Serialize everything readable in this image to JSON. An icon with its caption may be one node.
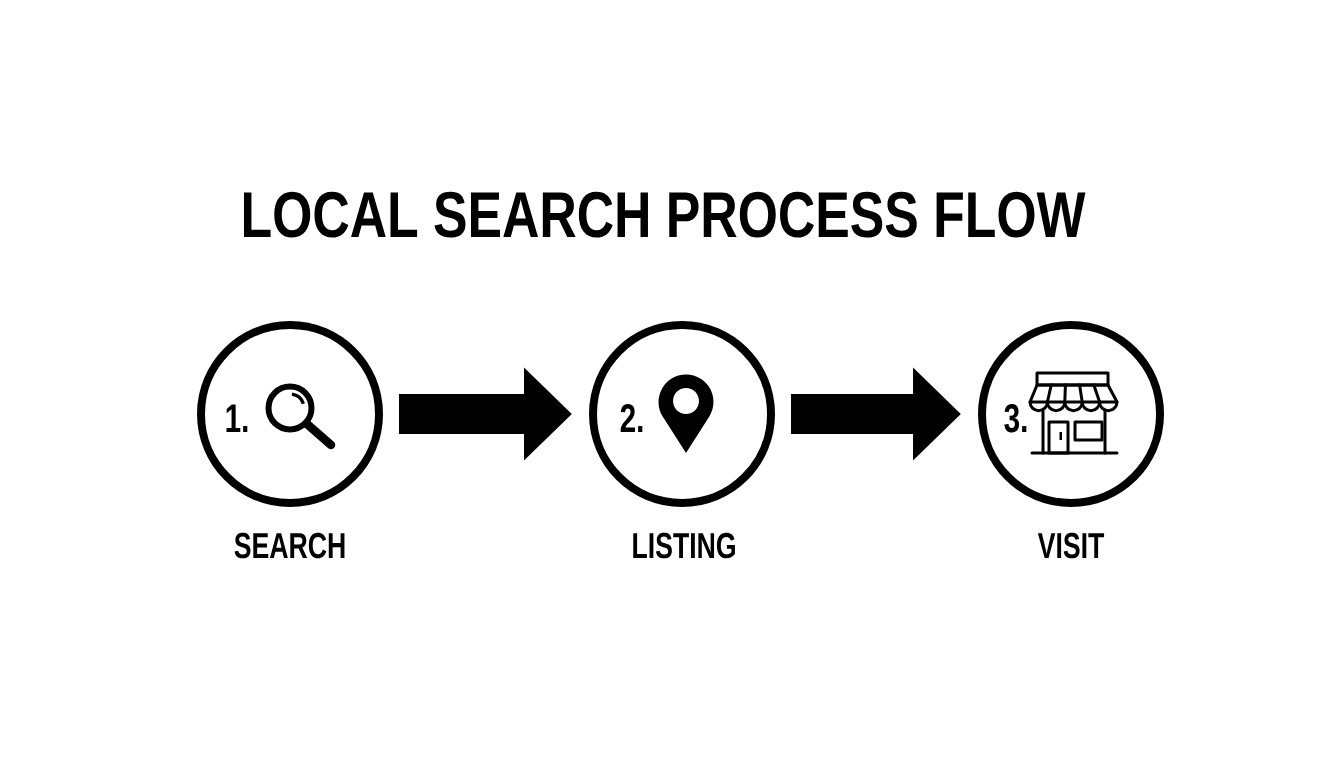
{
  "diagram": {
    "title": "LOCAL SEARCH PROCESS FLOW",
    "nodes": [
      {
        "text": [
          "1."
        ],
        "beside": [
          "SEARCH"
        ]
      },
      {
        "text": [
          "2."
        ],
        "beside": [
          "LISTING"
        ]
      },
      {
        "text": [
          "3."
        ],
        "beside": [
          "VISIT"
        ]
      }
    ],
    "edges": [
      {
        "from": 0,
        "to": 1,
        "arrow": "to"
      },
      {
        "from": 1,
        "to": 2,
        "arrow": "to"
      }
    ]
  }
}
